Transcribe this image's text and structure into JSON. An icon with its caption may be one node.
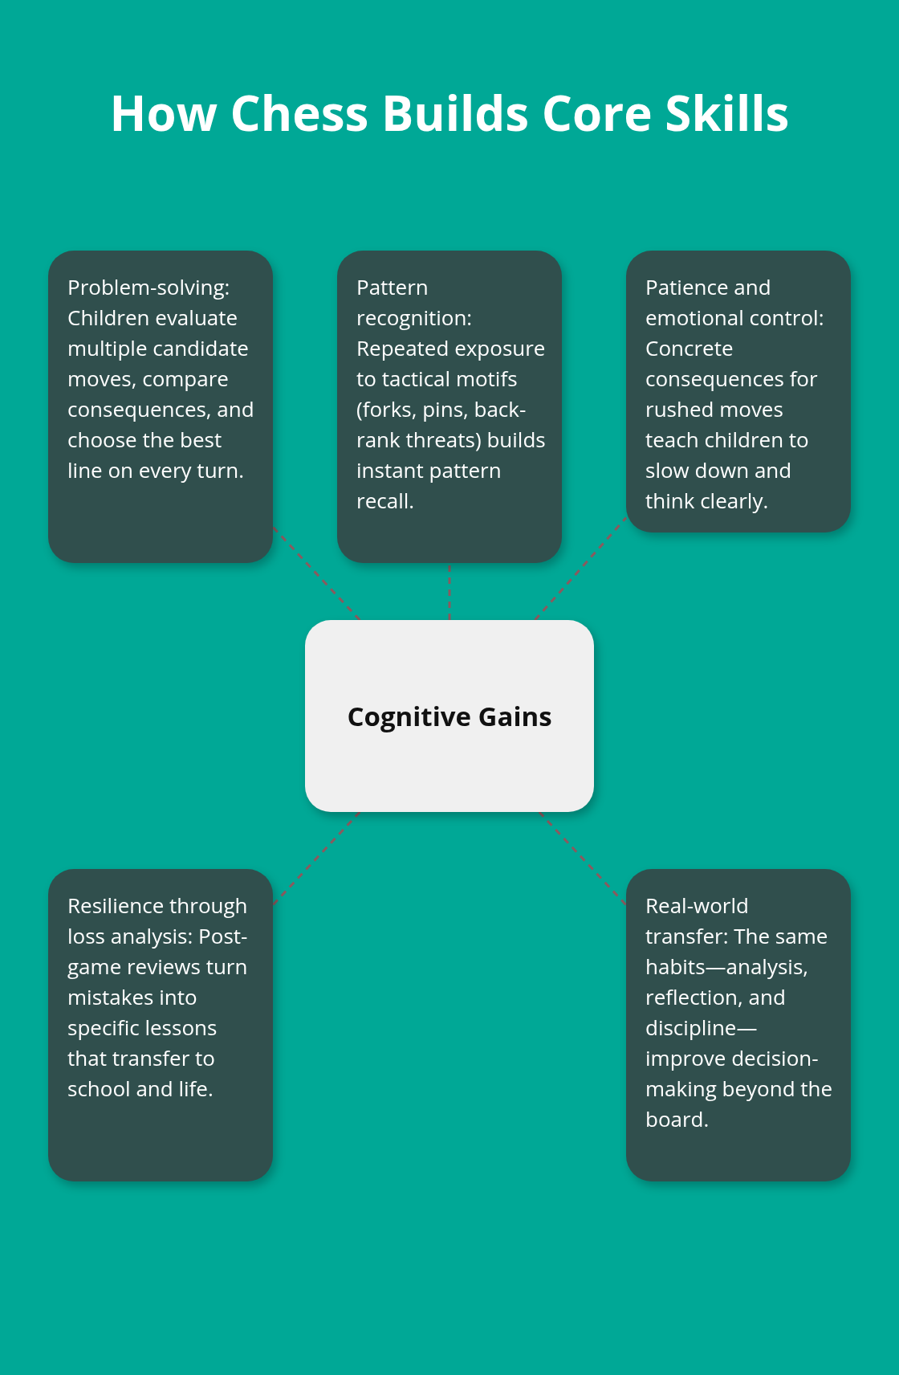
{
  "diagram": {
    "title": "How Chess Builds Core Skills",
    "nodes": [
      {
        "text": [
          "Problem-solving: Children evaluate multiple candidate moves, compare consequences, and choose the best line on every turn."
        ]
      },
      {
        "text": [
          "Pattern recognition: Repeated exposure to tactical motifs (forks, pins, back-rank threats) builds instant pattern recall."
        ]
      },
      {
        "text": [
          "Patience and emotional control: Concrete consequences for rushed moves teach children to slow down and think clearly."
        ]
      },
      {
        "text": [
          "Cognitive Gains"
        ]
      },
      {
        "text": [
          "Resilience through loss analysis: Post-game reviews turn mistakes into specific lessons that transfer to school and life."
        ]
      },
      {
        "text": [
          "Real-world transfer: The same habits—analysis, reflection, and discipline—improve decision-making beyond the board."
        ]
      }
    ],
    "edges": [
      {
        "from": 3,
        "to": 0,
        "arrow": "none",
        "style": "dashed"
      },
      {
        "from": 3,
        "to": 1,
        "arrow": "none",
        "style": "dashed"
      },
      {
        "from": 3,
        "to": 2,
        "arrow": "none",
        "style": "dashed"
      },
      {
        "from": 3,
        "to": 4,
        "arrow": "none",
        "style": "dashed"
      },
      {
        "from": 3,
        "to": 5,
        "arrow": "none",
        "style": "dashed"
      }
    ]
  }
}
